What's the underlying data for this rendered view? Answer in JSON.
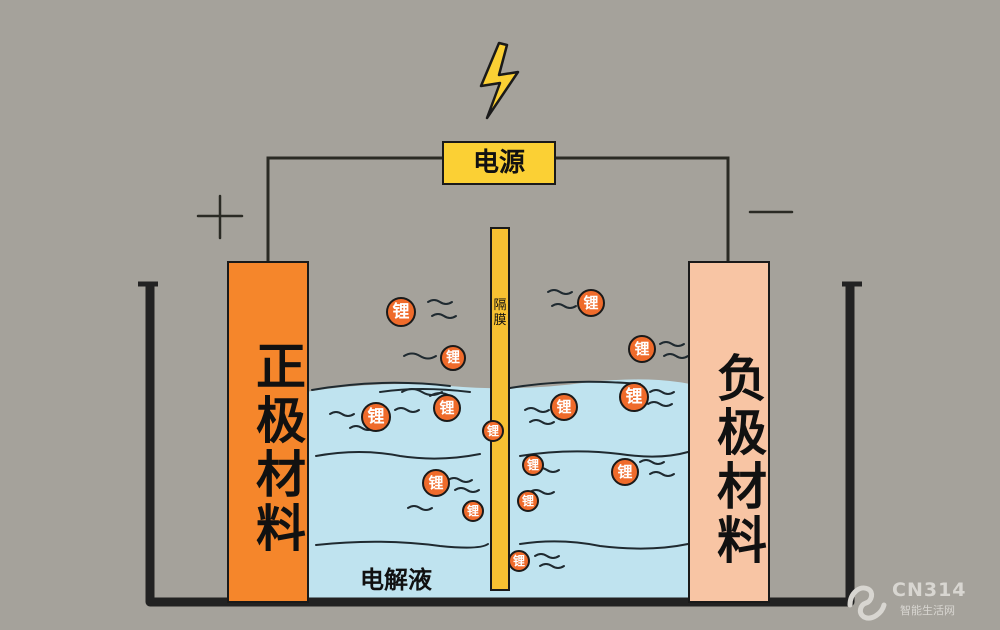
{
  "power_source_label": "电源",
  "separator_label": "隔膜",
  "electrolyte_label": "电解液",
  "positive_electrode_label": "正极材料",
  "negative_electrode_label": "负极材料",
  "ion_label": "锂",
  "watermark": {
    "brand": "CN314",
    "sub": "智能生活网"
  },
  "colors": {
    "background": "#a5a29b",
    "positive_electrode": "#f5862b",
    "negative_electrode": "#f8c5a4",
    "electrolyte": "#bfe3ef",
    "separator": "#f7c132",
    "power_box": "#fbd034",
    "ion": "#ef6b2b",
    "wire": "#2a2a24"
  },
  "icons": [
    "lightning-bolt-icon",
    "plus-sign-icon",
    "minus-sign-icon"
  ]
}
